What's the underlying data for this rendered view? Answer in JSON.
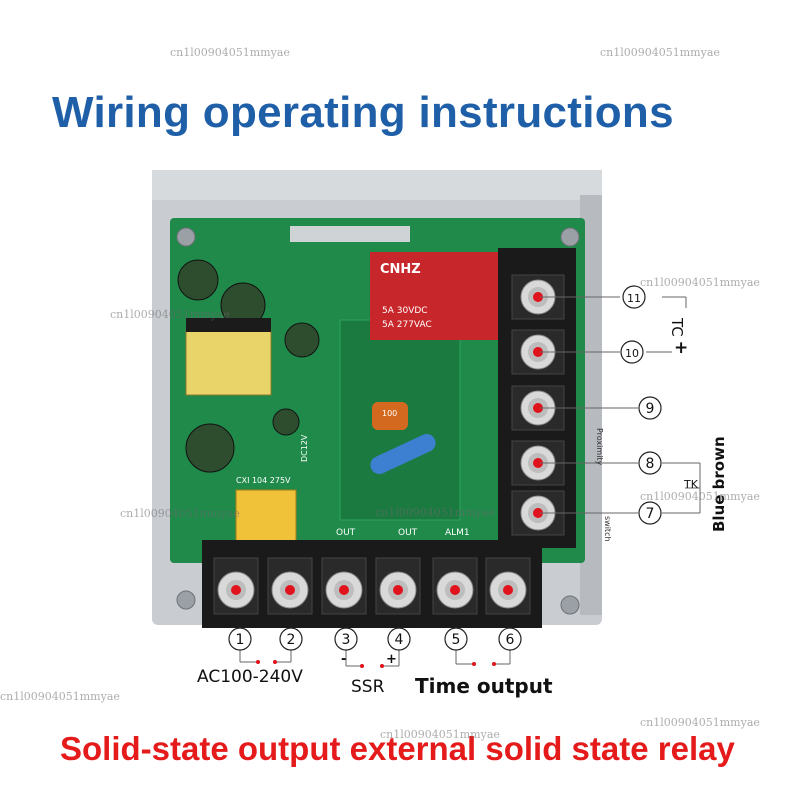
{
  "title": "Wiring operating instructions",
  "footer": "Solid-state output external solid state relay",
  "watermark": "cn1l00904051mmyae",
  "terminals": {
    "bottom": [
      "1",
      "2",
      "3",
      "4",
      "5",
      "6"
    ],
    "right": [
      "11",
      "10",
      "9",
      "8",
      "7"
    ]
  },
  "labels": {
    "power": "AC100-240V",
    "ssr": "SSR",
    "ssr_minus": "-",
    "ssr_plus": "+",
    "time_output": "Time output",
    "tc": "TC",
    "tc_plus": "+",
    "tk": "TK",
    "blue_brown": "Blue brown",
    "proximity": "Proximity",
    "switch": "switch"
  },
  "board": {
    "relay_brand": "CNHZ",
    "relay_line1": "5A 30VDC",
    "relay_line2": "5A 277VAC",
    "cap_label": "100",
    "pcb_out1": "OUT",
    "pcb_out2": "OUT",
    "pcb_alm": "ALM1",
    "pcb_dc": "DC12V",
    "pcb_cap": "CXI 104 275V"
  },
  "colors": {
    "title": "#1f5fa8",
    "footer": "#e51b1b",
    "pcb": "#1f8a4a",
    "terminal": "#1a1a1a",
    "marker": "#e0121b"
  }
}
